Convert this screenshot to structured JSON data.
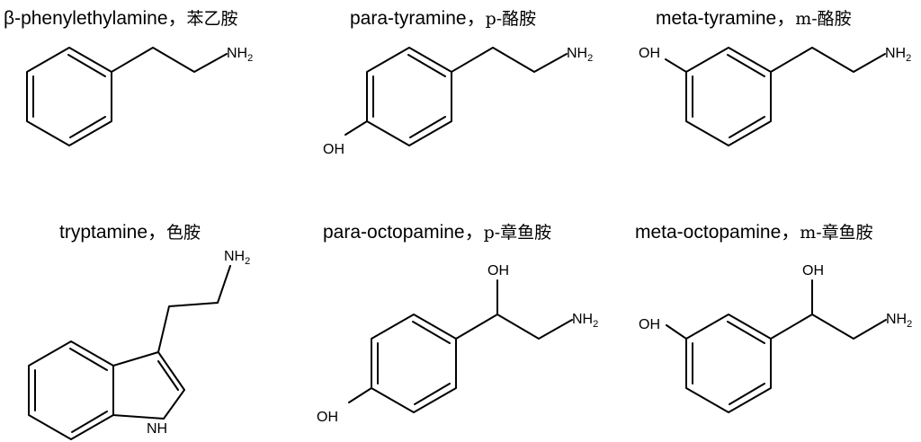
{
  "molecules": [
    {
      "name_en": "β-phenylethylamine",
      "sep": "，",
      "name_cn": "苯乙胺",
      "atoms": {
        "amine": "NH",
        "sub": "2"
      }
    },
    {
      "name_en": "para-tyramine",
      "sep": "，",
      "name_cn": "p-酪胺",
      "atoms": {
        "amine": "NH",
        "sub": "2",
        "hydroxyl": "OH"
      }
    },
    {
      "name_en": "meta-tyramine",
      "sep": "，",
      "name_cn": "m-酪胺",
      "atoms": {
        "amine": "NH",
        "sub": "2",
        "hydroxyl": "OH"
      }
    },
    {
      "name_en": "tryptamine",
      "sep": "，",
      "name_cn": "色胺",
      "atoms": {
        "amine": "NH",
        "sub": "2",
        "ring_nh": "NH"
      }
    },
    {
      "name_en": "para-octopamine",
      "sep": "，",
      "name_cn": "p-章鱼胺",
      "atoms": {
        "amine": "NH",
        "sub": "2",
        "hydroxyl": "OH",
        "side_oh": "OH"
      }
    },
    {
      "name_en": "meta-octopamine",
      "sep": "，",
      "name_cn": "m-章鱼胺",
      "atoms": {
        "amine": "NH",
        "sub": "2",
        "hydroxyl": "OH",
        "side_oh": "OH"
      }
    }
  ]
}
